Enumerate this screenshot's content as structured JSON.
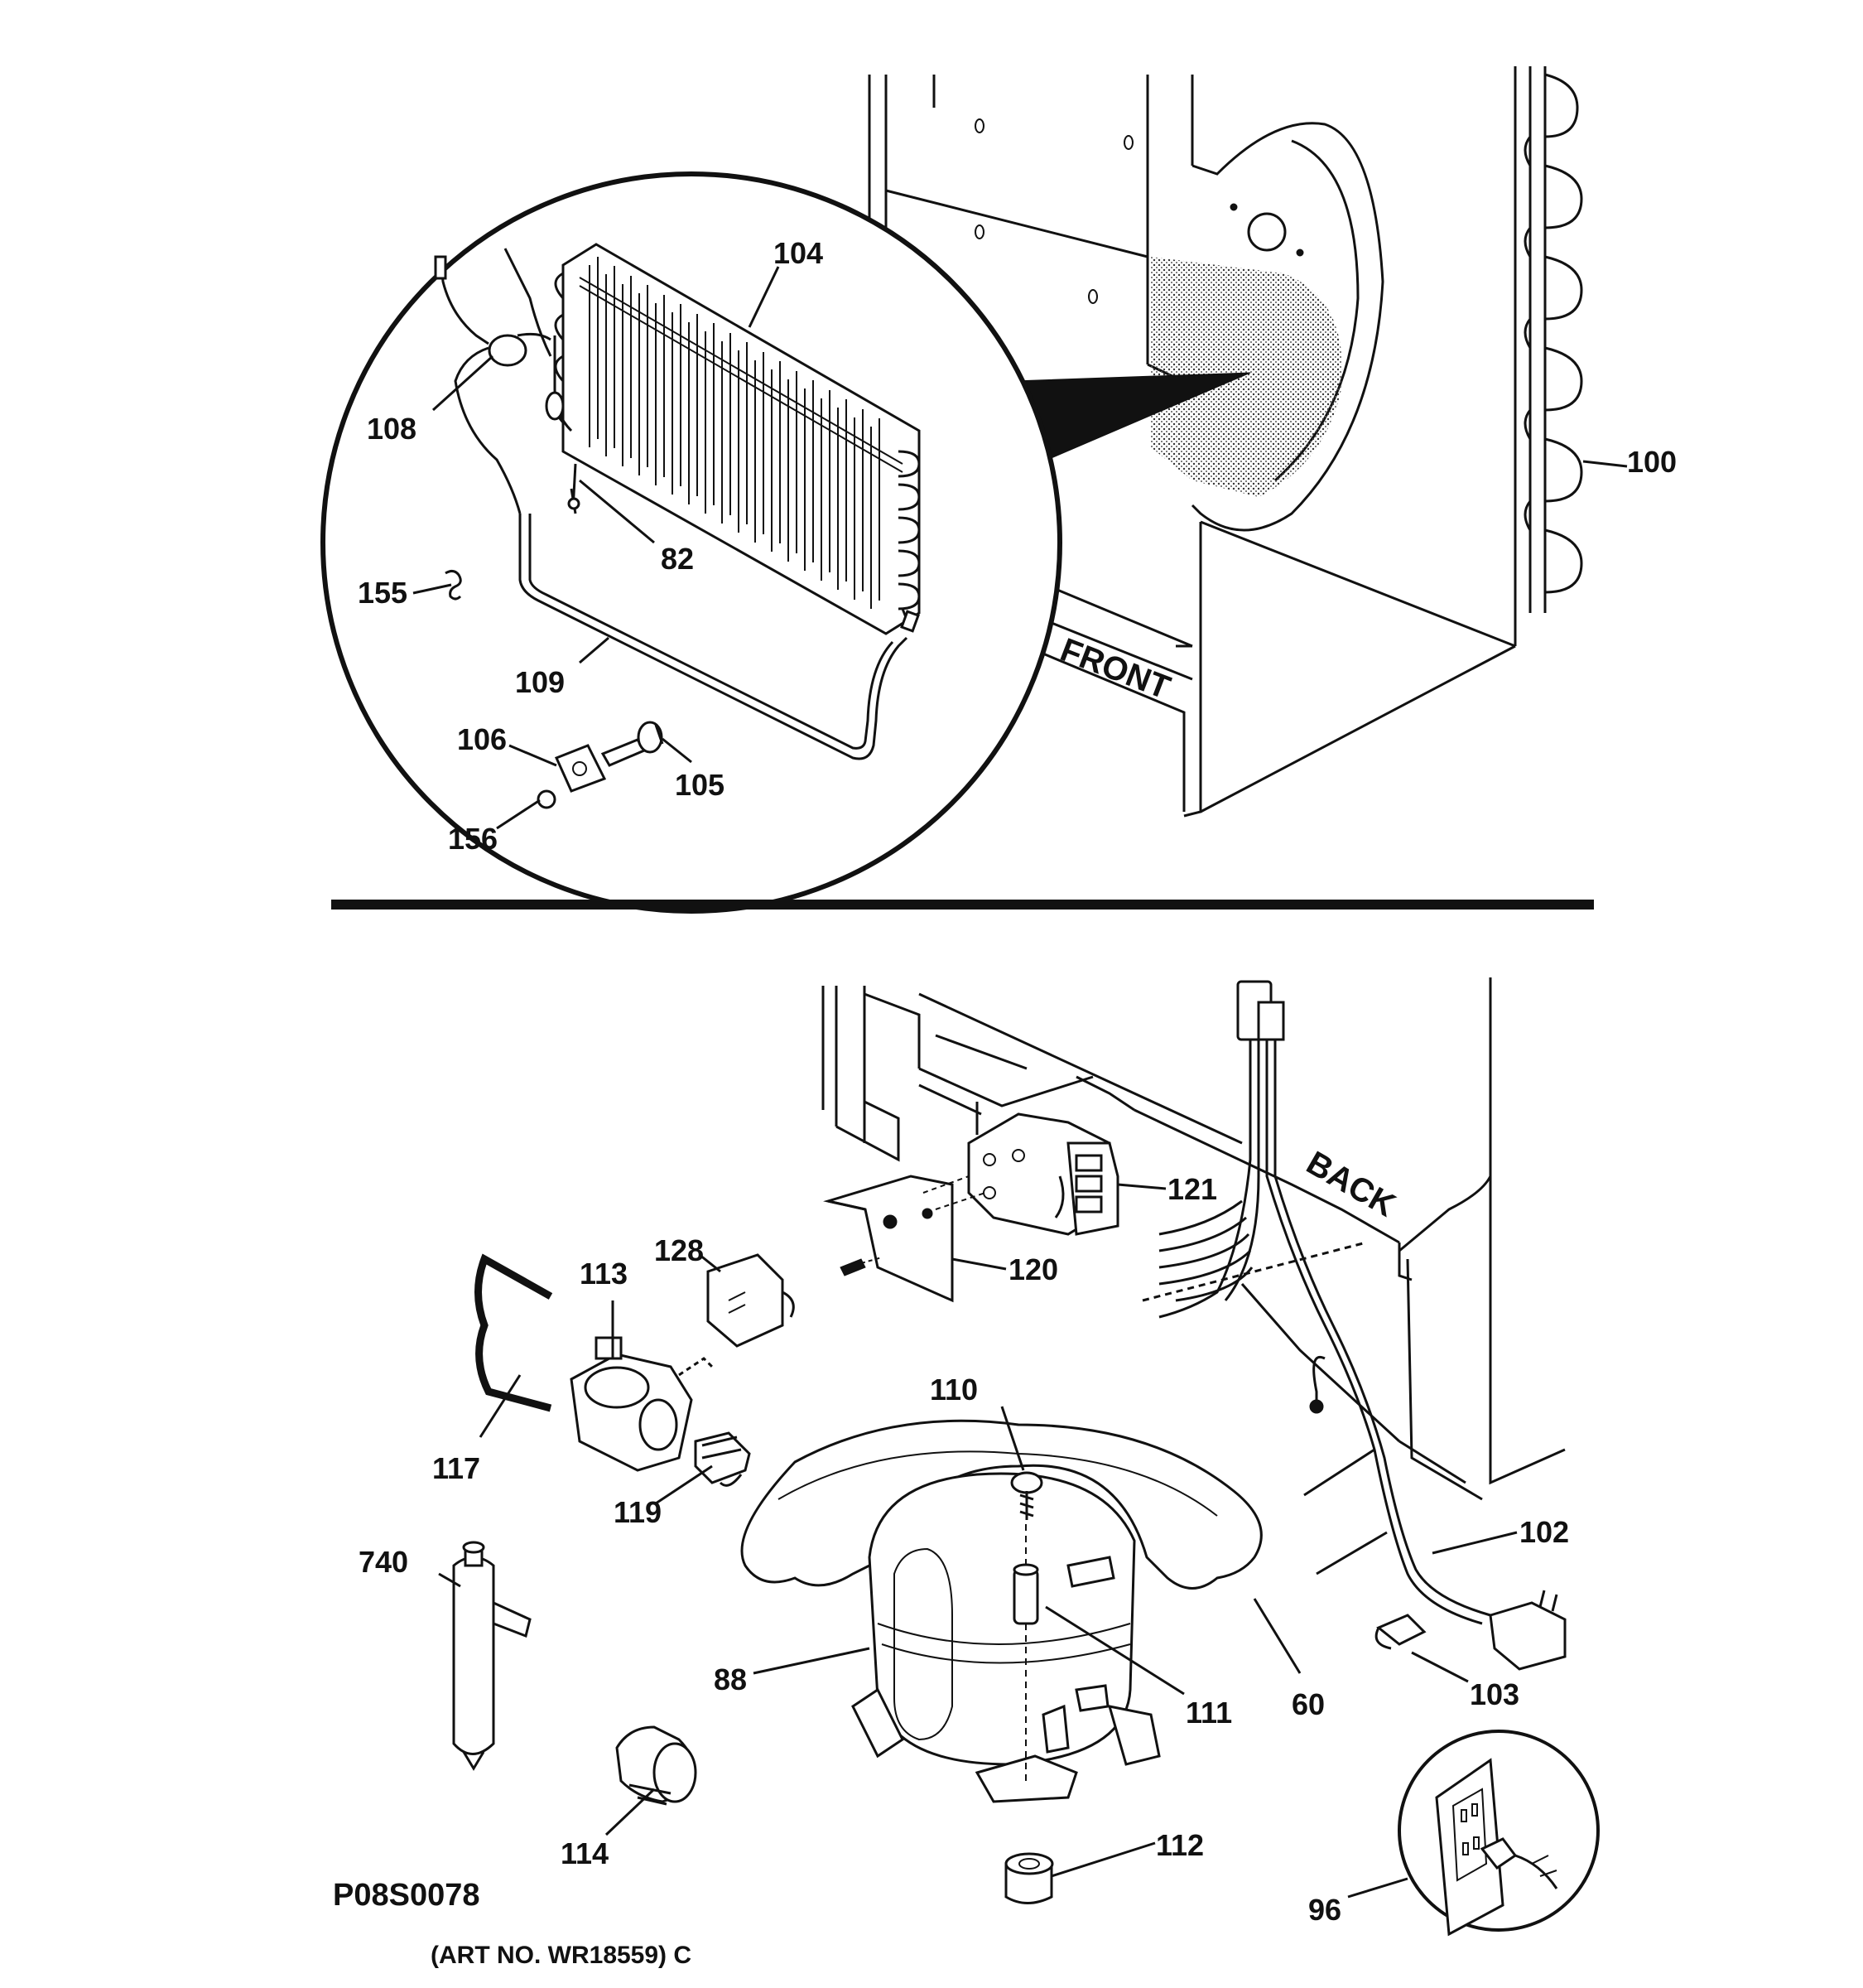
{
  "labels": {
    "l104": "104",
    "l108": "108",
    "l82": "82",
    "l155": "155",
    "l109": "109",
    "l106": "106",
    "l105": "105",
    "l156": "156",
    "l100": "100",
    "l121": "121",
    "l128": "128",
    "l113": "113",
    "l120": "120",
    "l110": "110",
    "l117": "117",
    "l119": "119",
    "l102": "102",
    "l740": "740",
    "l88": "88",
    "l111": "111",
    "l60": "60",
    "l103": "103",
    "l114": "114",
    "l112": "112",
    "l96": "96"
  },
  "words": {
    "front": "FRONT",
    "back": "BACK"
  },
  "footer": {
    "code": "P08S0078",
    "art_no": "(ART NO. WR18559) C"
  }
}
